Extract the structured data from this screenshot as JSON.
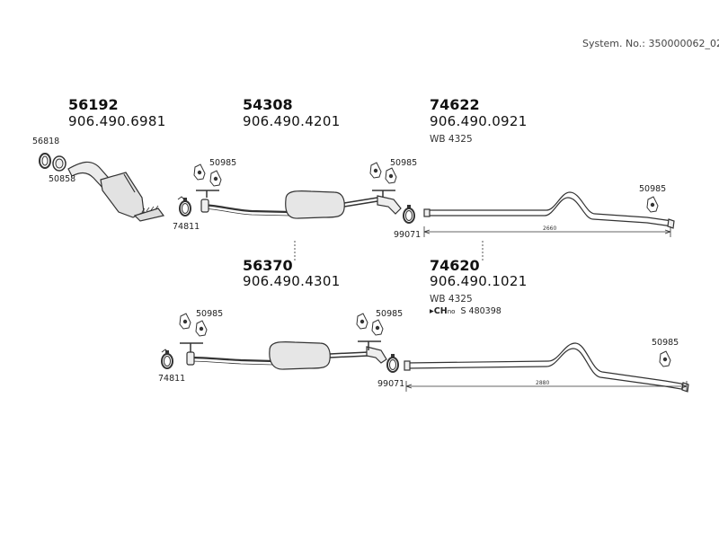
{
  "header": {
    "system_no": "System. No.: 350000062_02"
  },
  "colors": {
    "line": "#333333",
    "fill": "#e6e6e6",
    "dark": "#555555"
  },
  "assemblies": {
    "front_pipe": {
      "number": "56192",
      "code": "906.490.6981"
    },
    "middle_silencer_1": {
      "number": "54308",
      "code": "906.490.4201"
    },
    "tail_pipe_1": {
      "number": "74622",
      "code": "906.490.0921",
      "note": "WB 4325"
    },
    "middle_silencer_2": {
      "number": "56370",
      "code": "906.490.4301"
    },
    "tail_pipe_2": {
      "number": "74620",
      "code": "906.490.1021",
      "note": "WB 4325",
      "ch_label": "CH",
      "ch_suffix": "no",
      "ch_code": "S 480398"
    }
  },
  "part_labels": {
    "p56818": "56818",
    "p50858": "50858",
    "p74811_top": "74811",
    "p50985_a": "50985",
    "p50985_b": "50985",
    "p50985_c": "50985",
    "p99071_top": "99071",
    "p74811_bottom": "74811",
    "p50985_d": "50985",
    "p50985_e": "50985",
    "p99071_bottom": "99071",
    "p50985_f": "50985"
  },
  "dimensions": {
    "top_length": "2660",
    "bottom_length": "2880"
  },
  "icons": [
    "clamp-icon",
    "gasket-icon",
    "rubber-hanger-icon",
    "flag-arrow-icon"
  ]
}
